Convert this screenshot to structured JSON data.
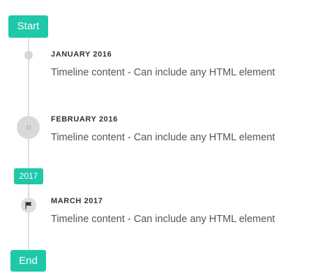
{
  "timeline": {
    "start_label": "Start",
    "year_label": "2017",
    "end_label": "End",
    "items": [
      {
        "date": "JANUARY 2016",
        "content": "Timeline content - Can include any HTML element",
        "marker": "dot"
      },
      {
        "date": "FEBRUARY 2016",
        "content": "Timeline content - Can include any HTML element",
        "marker": "pause-icon"
      },
      {
        "date": "MARCH 2017",
        "content": "Timeline content - Can include any HTML element",
        "marker": "flag-icon"
      }
    ]
  },
  "colors": {
    "accent": "#1fc8a8",
    "line": "#dfdfdf",
    "marker": "#d6d6d6"
  }
}
